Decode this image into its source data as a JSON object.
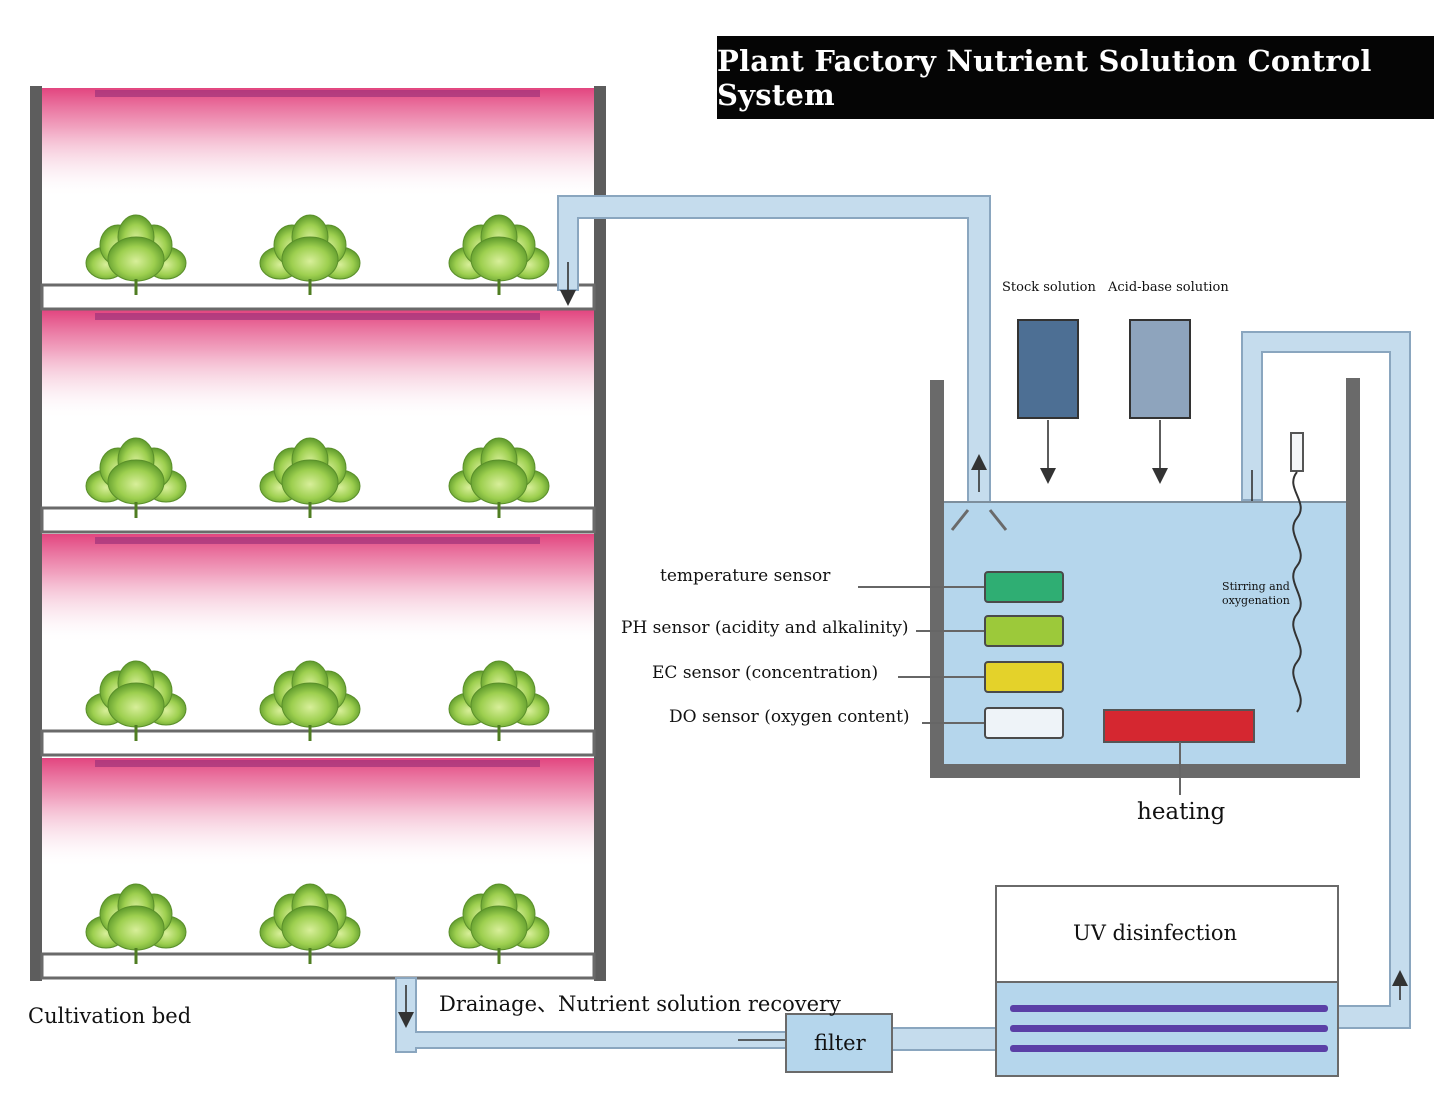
{
  "title": "Plant Factory Nutrient Solution Control System",
  "cultivation_bed": {
    "label": "Cultivation bed",
    "levels": 4,
    "plants_per_level": 3
  },
  "drainage": {
    "label": "Drainage、Nutrient solution recovery"
  },
  "filter": {
    "label": "filter"
  },
  "uv": {
    "label": "UV disinfection"
  },
  "tank": {
    "stock_label": "Stock solution",
    "acid_label": "Acid-base solution",
    "stirring_label": "Stirring and\noxygenation",
    "heating_label": "heating"
  },
  "sensors": [
    {
      "label": "temperature sensor",
      "color": "#2fae73"
    },
    {
      "label": "PH sensor (acidity and alkalinity)",
      "color": "#9cc93a"
    },
    {
      "label": "EC sensor (concentration)",
      "color": "#e4d22a"
    },
    {
      "label": "DO sensor (oxygen content)",
      "color": "#eef3f8"
    }
  ],
  "colors": {
    "pipe": "#c5dced",
    "pipe_edge": "#8aa6bf",
    "water": "#b5d6ec",
    "light": "#e2457f",
    "heater": "#d52730",
    "uv_tube": "#5a3fa6",
    "stock_container": "#4d6f94",
    "acid_container": "#8ea4bd"
  }
}
